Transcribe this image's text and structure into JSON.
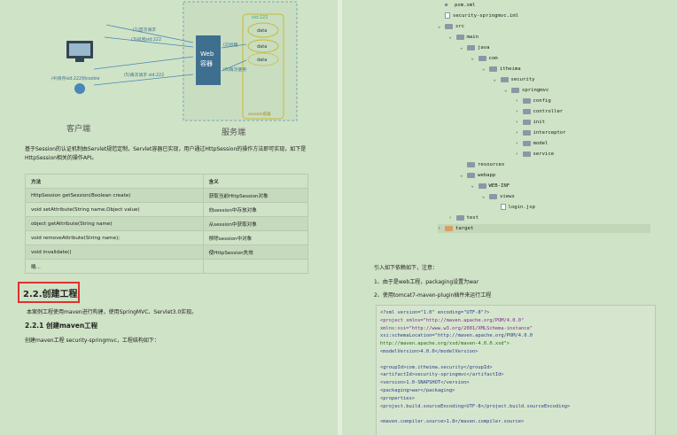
{
  "left": {
    "diagram": {
      "web_box": "Web\n容器",
      "sid_label": "sid:222",
      "data": [
        "data",
        "data",
        "data"
      ],
      "session_container": "session容器",
      "arrows": [
        "(1)首次请求",
        "(3)返回sid:222",
        "(2)创建",
        "(4)保存sid:222到cookie",
        "(5)再次请求 sid:222",
        "(6)再次使用"
      ],
      "client": "客户端",
      "server": "服务端"
    },
    "paragraph": "基于Session的认证机制由Servlet规范定制，Servlet容器已实现，用户通过HttpSession的操作方法即可实现，如下是HttpSession相关的操作API。",
    "table": {
      "headers": [
        "方法",
        "含义"
      ],
      "rows": [
        [
          "HttpSession getSession(Boolean create)",
          "获取当前HttpSession对象"
        ],
        [
          "void setAttribute(String name,Object value)",
          "向session中存放对象"
        ],
        [
          "object getAttribute(String name)",
          "从session中获取对象"
        ],
        [
          "void removeAttribute(String name);",
          "移除session中对象"
        ],
        [
          "void invalidate()",
          "使HttpSession失效"
        ],
        [
          "略...",
          ""
        ]
      ]
    },
    "heading": "2.2.创建工程",
    "desc": "本案例工程使用maven进行构建，使用SpringMVC、Servlet3.0实现。",
    "subheading": "2.2.1 创建maven工程",
    "desc2": "创建maven工程 security-springmvc，工程结构如下："
  },
  "right": {
    "tree": [
      {
        "label": "pom.xml",
        "type": "m",
        "depth": 0,
        "chev": ""
      },
      {
        "label": "security-springmvc.iml",
        "type": "file",
        "depth": 0,
        "chev": ""
      },
      {
        "label": "src",
        "type": "folder",
        "depth": 0,
        "chev": "⌄"
      },
      {
        "label": "main",
        "type": "folder",
        "depth": 1,
        "chev": "⌄"
      },
      {
        "label": "java",
        "type": "folder",
        "depth": 2,
        "chev": "⌄"
      },
      {
        "label": "com",
        "type": "folder",
        "depth": 3,
        "chev": "⌄"
      },
      {
        "label": "itheima",
        "type": "folder",
        "depth": 4,
        "chev": "⌄"
      },
      {
        "label": "security",
        "type": "folder",
        "depth": 5,
        "chev": "⌄"
      },
      {
        "label": "springmvc",
        "type": "folder",
        "depth": 6,
        "chev": "⌄"
      },
      {
        "label": "config",
        "type": "folder",
        "depth": 7,
        "chev": "›"
      },
      {
        "label": "controller",
        "type": "folder",
        "depth": 7,
        "chev": "›"
      },
      {
        "label": "init",
        "type": "folder",
        "depth": 7,
        "chev": "›"
      },
      {
        "label": "interceptor",
        "type": "folder",
        "depth": 7,
        "chev": "›"
      },
      {
        "label": "model",
        "type": "folder",
        "depth": 7,
        "chev": "›"
      },
      {
        "label": "service",
        "type": "folder",
        "depth": 7,
        "chev": "›"
      },
      {
        "label": "resources",
        "type": "folder",
        "depth": 2,
        "chev": ""
      },
      {
        "label": "webapp",
        "type": "folder",
        "depth": 2,
        "chev": "⌄"
      },
      {
        "label": "WEB-INF",
        "type": "folder",
        "depth": 3,
        "chev": "⌄"
      },
      {
        "label": "views",
        "type": "folder",
        "depth": 4,
        "chev": "⌄"
      },
      {
        "label": "login.jsp",
        "type": "file",
        "depth": 5,
        "chev": ""
      },
      {
        "label": "test",
        "type": "folder",
        "depth": 1,
        "chev": "›"
      },
      {
        "label": "target",
        "type": "orange",
        "depth": 0,
        "chev": "›"
      }
    ],
    "intro": "引入如下依赖如下，注意：",
    "note1": "1、由于是web工程，packaging设置为war",
    "note2": "2、使用tomcat7-maven-plugin插件来运行工程",
    "code": [
      "<?xml version=\"1.0\" encoding=\"UTF-8\"?>",
      "<project xmlns=\"http://maven.apache.org/POM/4.0.0\"",
      "         xmlns:xsi=\"http://www.w3.org/2001/XMLSchema-instance\"",
      "         xsi:schemaLocation=\"http://maven.apache.org/POM/4.0.0",
      "http://maven.apache.org/xsd/maven-4.0.0.xsd\">",
      "    <modelVersion>4.0.0</modelVersion>",
      "",
      "    <groupId>com.itheima.security</groupId>",
      "    <artifactId>security-springmvc</artifactId>",
      "    <version>1.0-SNAPSHOT</version>",
      "    <packaging>war</packaging>",
      "    <properties>",
      "        <project.build.sourceEncoding>UTF-8</project.build.sourceEncoding>",
      "",
      "        <maven.compiler.source>1.8</maven.compiler.source>"
    ]
  }
}
